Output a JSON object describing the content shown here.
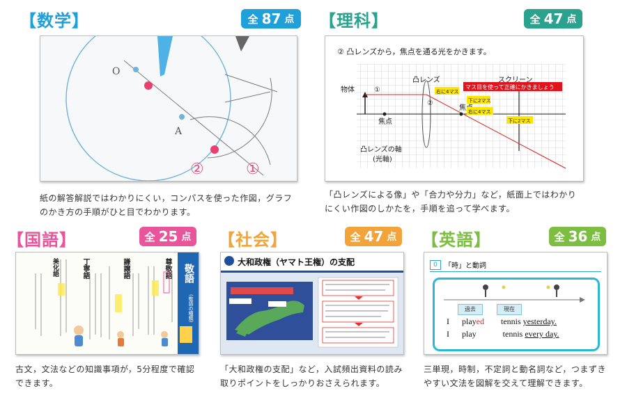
{
  "colors": {
    "math": "#1fa0d9",
    "science": "#2aa28e",
    "japanese": "#e8559a",
    "social": "#f2a33a",
    "english": "#7cbd42"
  },
  "math": {
    "title": "【数学】",
    "badge": {
      "prefix": "全",
      "count": "87",
      "suffix": "点"
    },
    "figure": {
      "label_o": "O",
      "label_a": "A",
      "circle2": "②",
      "circle1": "①"
    },
    "description": "紙の解答解説ではわかりにくい，コンパスを使った作図，グラフのかき方の手順がひと目でわかります。"
  },
  "science": {
    "title": "【理科】",
    "badge": {
      "prefix": "全",
      "count": "47",
      "suffix": "点"
    },
    "figure": {
      "heading": "② 凸レンズから，焦点を通る光をかきます。",
      "object_label": "物体",
      "num1": "①",
      "num2": "②",
      "lens_label": "凸レンズ",
      "screen_label": "スクリーン",
      "focus_label1": "焦点",
      "focus_label2": "焦点",
      "axis_label": "凸レンズの軸",
      "axis_sub": "(光軸)",
      "tag_right4": "右に4マス",
      "tag_instruction": "マス目を使って正確にかきましょう",
      "tag_down2a": "下に2マス",
      "tag_right4b": "右に4マス",
      "tag_down2b": "下に2マス"
    },
    "description": "「凸レンズによる像」や「合力や分力」など，紙面上ではわかりにくい作図のしかたを，手順を追って学べます。"
  },
  "japanese": {
    "title": "【国語】",
    "badge": {
      "prefix": "全",
      "count": "25",
      "suffix": "点"
    },
    "figure": {
      "title": "敬語",
      "subtitle": "(敬語の種類)",
      "col1": "尊敬語",
      "col2": "謙譲語",
      "col3": "丁寧語",
      "col4": "美化語"
    },
    "description": "古文，文法などの知識事項が，5分程度で確認できます。"
  },
  "social": {
    "title": "【社会】",
    "badge": {
      "prefix": "全",
      "count": "47",
      "suffix": "点"
    },
    "figure": {
      "heading": "大和政権（ヤマト王権）の支配"
    },
    "description": "「大和政権の支配」など，入試頻出資料の読み取りポイントをしっかりおさえられます。"
  },
  "english": {
    "title": "【英語】",
    "badge": {
      "prefix": "全",
      "count": "36",
      "suffix": "点"
    },
    "figure": {
      "tab_num": "0",
      "tab_title": "「時」と動詞",
      "label_past": "過去",
      "label_present": "現在",
      "row1_subject": "I",
      "row1_verb_stem": "play",
      "row1_verb_suffix": "ed",
      "row1_object": "tennis",
      "row1_time": "yesterday.",
      "row2_subject": "I",
      "row2_verb": "play",
      "row2_object": "tennis",
      "row2_time": "every day."
    },
    "description": "三単現，時制，不定詞と動名詞など，つまずきやすい文法を図解を交えて理解できます。"
  }
}
